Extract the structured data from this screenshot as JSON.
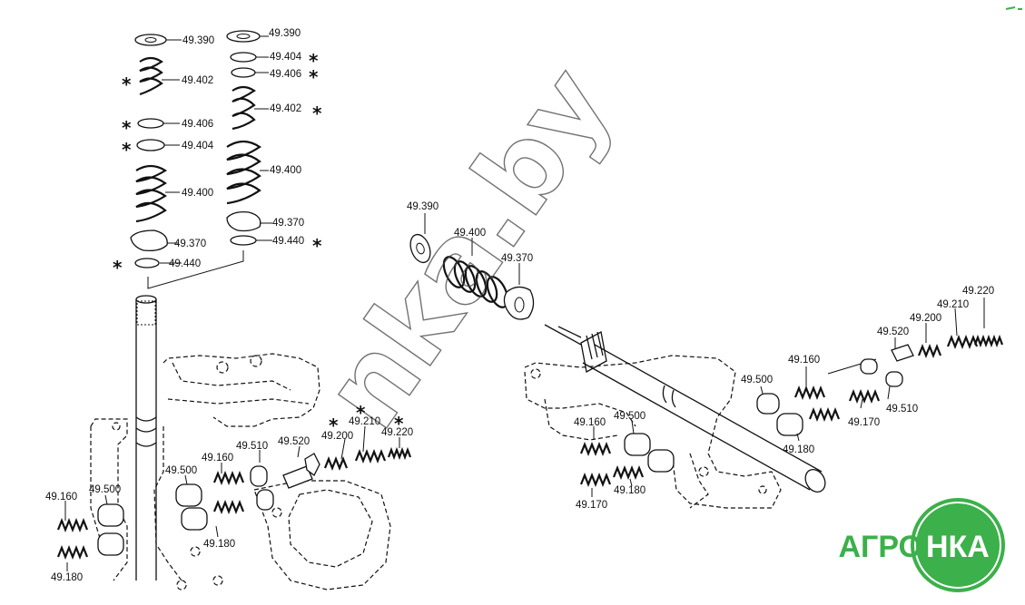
{
  "watermark": {
    "text": "nka.by"
  },
  "logo": {
    "left_text": "АГРО",
    "right_text": "НКА",
    "color_green": "#3cb04a",
    "color_white": "#ffffff"
  },
  "labels": {
    "l1": "49.390",
    "l2": "49.402",
    "l3": "49.406",
    "l4": "49.404",
    "l5": "49.400",
    "l6": "49.370",
    "l7": "49.440",
    "r1": "49.390",
    "r2": "49.404",
    "r3": "49.406",
    "r4": "49.402",
    "r5": "49.400",
    "r6": "49.370",
    "r7": "49.440",
    "m1": "49.390",
    "m2": "49.400",
    "m3": "49.370",
    "b1": "49.210",
    "b2": "49.200",
    "b3": "49.220",
    "b4": "49.510",
    "b5": "49.520",
    "b6": "49.160",
    "b7": "49.500",
    "b8": "49.500",
    "b9": "49.160",
    "b10": "49.180",
    "b11": "49.180",
    "c1": "49.220",
    "c2": "49.210",
    "c3": "49.200",
    "c4": "49.520",
    "c5": "49.160",
    "c6": "49.500",
    "c7": "49.510",
    "c8": "49.170",
    "c9": "49.180",
    "c10": "49.160",
    "c11": "49.500",
    "c12": "49.180",
    "c13": "49.170"
  },
  "marker": "*"
}
